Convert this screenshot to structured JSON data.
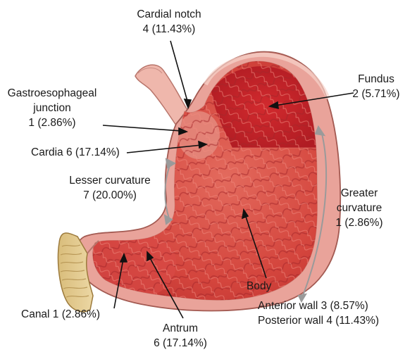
{
  "labels": {
    "cardial_notch": {
      "name": "Cardial notch",
      "value": "4 (11.43%)"
    },
    "fundus": {
      "name": "Fundus",
      "value": "2 (5.71%)"
    },
    "gastroesophageal": {
      "line1": "Gastroesophageal",
      "line2": "junction",
      "value": "1 (2.86%)"
    },
    "cardia": {
      "text": "Cardia 6 (17.14%)"
    },
    "lesser_curvature": {
      "name": "Lesser curvature",
      "value": "7 (20.00%)"
    },
    "greater_curvature": {
      "line1": "Greater",
      "line2": "curvature",
      "value": "1 (2.86%)"
    },
    "body": {
      "name": "Body",
      "anterior": "Anterior wall 3 (8.57%)",
      "posterior": "Posterior wall 4 (11.43%)"
    },
    "canal": {
      "text": "Canal 1 (2.86%)"
    },
    "antrum": {
      "name": "Antrum",
      "value": "6 (17.14%)"
    }
  },
  "colors": {
    "wall_outer": "#e9a39a",
    "wall_inner": "#f2c2b6",
    "mucosa": "#d9534a",
    "mucosa_dark": "#b8252a",
    "fundus": "#c81e2a",
    "duodenum": "#e2c98d",
    "esophagus": "#efb7ac",
    "arrow": "#111111",
    "curvature_arrow": "#9a9a9a"
  }
}
